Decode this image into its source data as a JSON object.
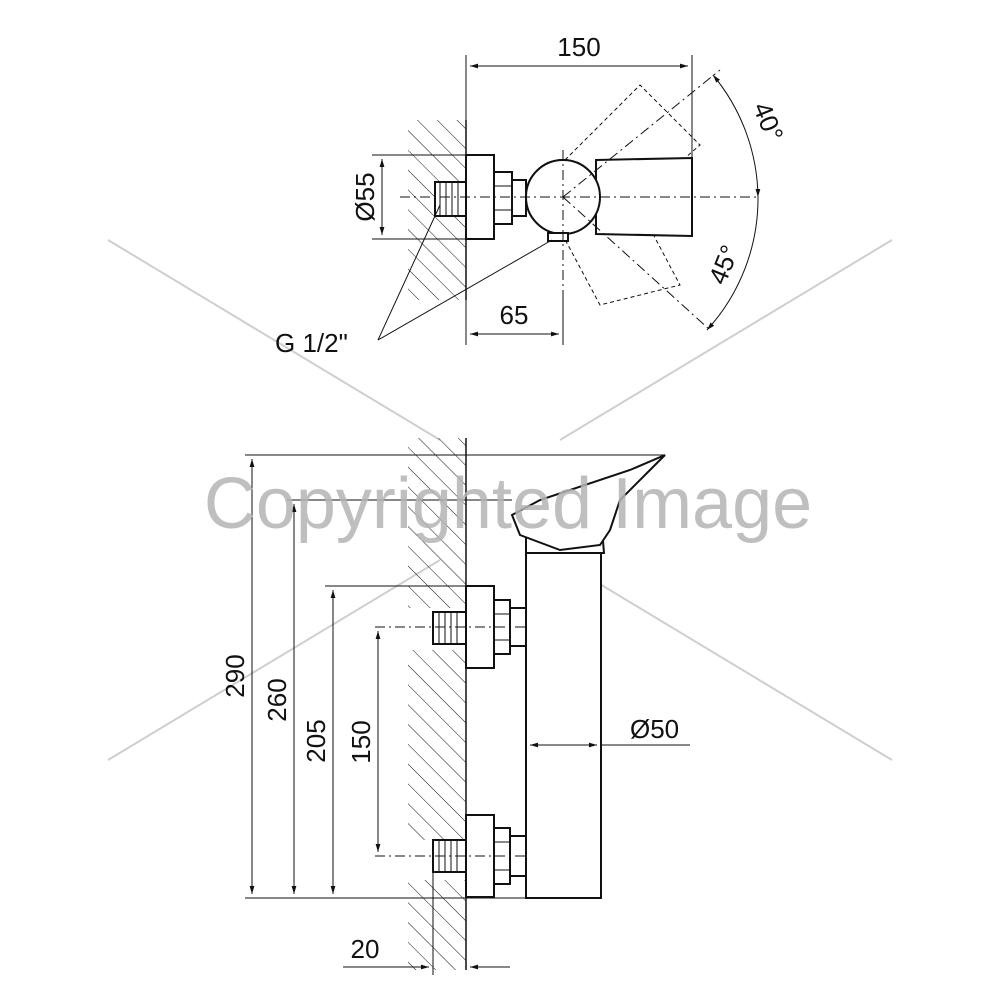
{
  "top_view": {
    "dim_width": "150",
    "dim_offset": "65",
    "dim_diameter": "Ø55",
    "angle_up": "40°",
    "angle_down": "45°",
    "thread_label": "G 1/2\""
  },
  "side_view": {
    "dim_total_height": "290",
    "dim_height_260": "260",
    "dim_height_205": "205",
    "dim_spacing": "150",
    "dim_body_diameter": "Ø50",
    "dim_wall_offset": "20"
  },
  "watermark": {
    "text": "Copyrighted Image"
  }
}
